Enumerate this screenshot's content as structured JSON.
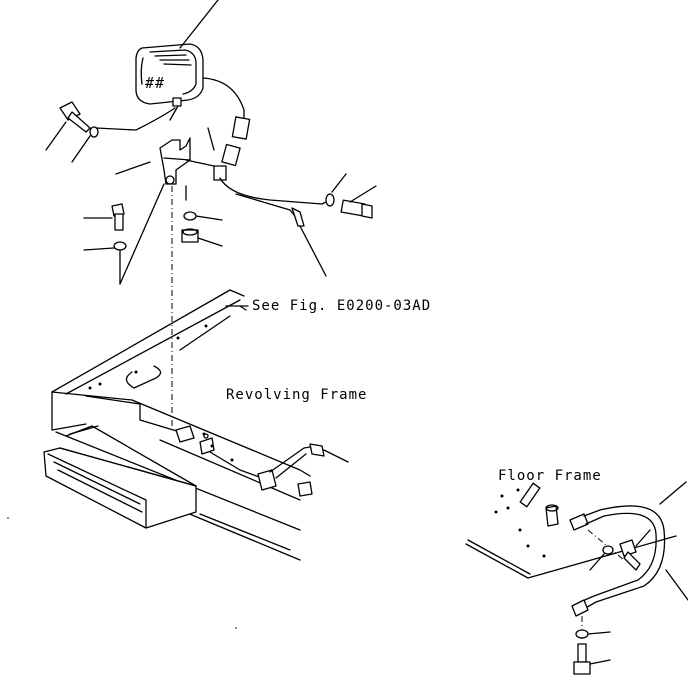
{
  "labels": {
    "see_fig": "See Fig. E0200-03AD",
    "revolving_frame": "Revolving Frame",
    "floor_frame": "Floor Frame"
  }
}
